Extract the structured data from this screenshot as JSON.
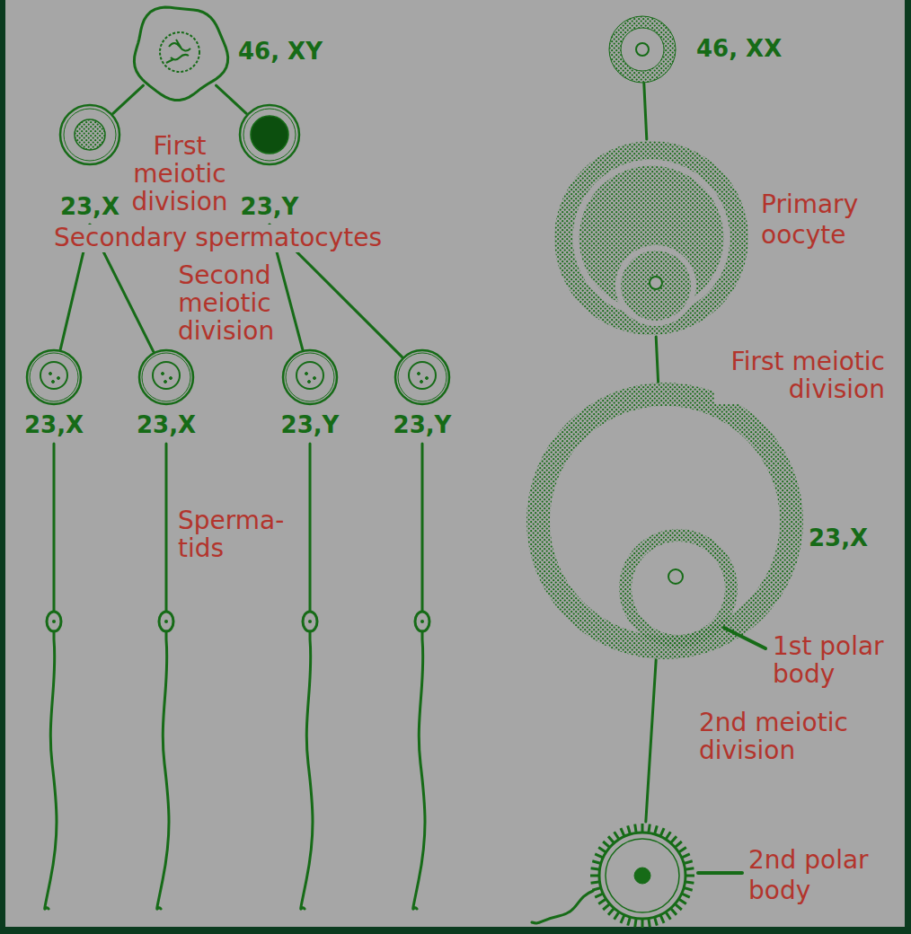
{
  "diagram": {
    "nodes": [
      {
        "text": [
          "46, XY"
        ]
      },
      {
        "text": [
          "23,X"
        ]
      },
      {
        "text": [
          "23,Y"
        ]
      },
      {
        "text": [
          "23,X"
        ]
      },
      {
        "text": [
          "23,X"
        ]
      },
      {
        "text": [
          "23,Y"
        ]
      },
      {
        "text": [
          "23,Y"
        ]
      },
      {
        "text": [
          "46, XX"
        ]
      },
      {
        "text": [
          "Primary oocyte"
        ]
      },
      {
        "text": [
          "23,X"
        ]
      },
      {
        "text": [
          "2nd polar body"
        ]
      }
    ],
    "edges": [
      {
        "from": 0,
        "to": 1,
        "arrow": "none"
      },
      {
        "from": 0,
        "to": 2,
        "arrow": "none"
      },
      {
        "from": 1,
        "to": 3,
        "arrow": "none"
      },
      {
        "from": 1,
        "to": 4,
        "arrow": "none"
      },
      {
        "from": 2,
        "to": 5,
        "arrow": "none"
      },
      {
        "from": 2,
        "to": 6,
        "arrow": "none"
      },
      {
        "from": 7,
        "to": 8,
        "arrow": "none"
      },
      {
        "from": 8,
        "to": 9,
        "label": "First meiotic division",
        "arrow": "none"
      },
      {
        "from": 9,
        "to": 10,
        "label": "2nd meiotic division",
        "arrow": "none"
      }
    ],
    "labels": [
      "First meiotic division",
      "Secondary spermatocytes",
      "Second meiotic division",
      "Sperma- tids",
      "1st polar body"
    ]
  }
}
